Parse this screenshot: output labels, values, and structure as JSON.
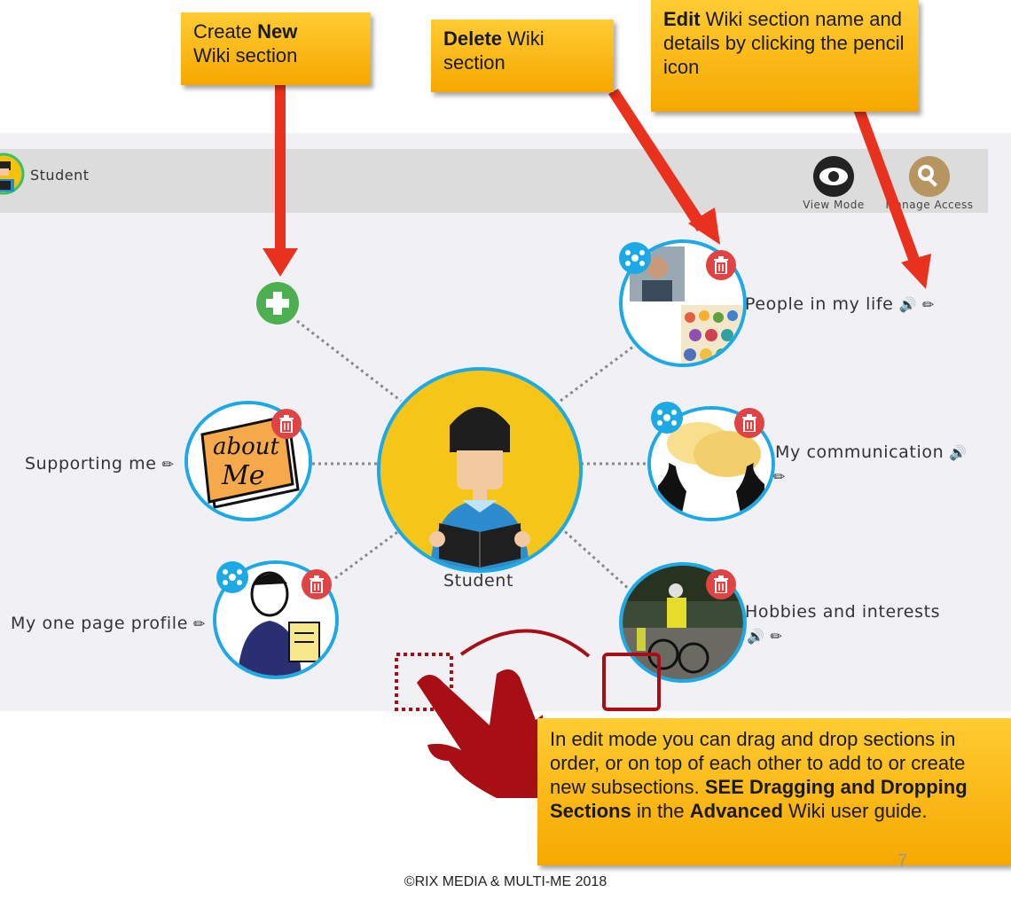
{
  "header": {
    "username": "Student"
  },
  "toolbar": {
    "view_mode_label": "View Mode",
    "manage_access_label": "Manage Access"
  },
  "center": {
    "label": "Student"
  },
  "sections": {
    "people": {
      "label": "People in my life"
    },
    "communication": {
      "label": "My communication"
    },
    "hobbies": {
      "label": "Hobbies and interests"
    },
    "supporting": {
      "label": "Supporting me"
    },
    "profile": {
      "label": "My one page profile"
    }
  },
  "callouts": {
    "create": {
      "bold": "New",
      "pre": "Create ",
      "post": "Wiki section"
    },
    "delete": {
      "bold": "Delete",
      "post": " Wiki section"
    },
    "edit": {
      "bold": "Edit",
      "post": " Wiki section name and  details by clicking the pencil icon"
    },
    "drag": {
      "p1": "In edit mode you can drag and drop sections in order, or on top of each other to add to or create new subsections. ",
      "b1": "SEE Dragging and Dropping Sections",
      "p2": " in the ",
      "b2": "Advanced",
      "p3": " Wiki user guide."
    }
  },
  "cover_text": "about Me",
  "footer": {
    "copyright": "©RIX MEDIA & MULTI-ME 2018",
    "page_number": "7"
  },
  "colors": {
    "accent": "#1ca9e6",
    "delete": "#e04343",
    "add": "#4caf50",
    "callout": "#f6a800",
    "arrow": "#e8321e"
  },
  "icons": [
    "plus-icon",
    "trash-icon",
    "share-icon",
    "pencil-icon",
    "speaker-icon",
    "eye-icon",
    "key-icon",
    "hand-pointer-icon"
  ]
}
